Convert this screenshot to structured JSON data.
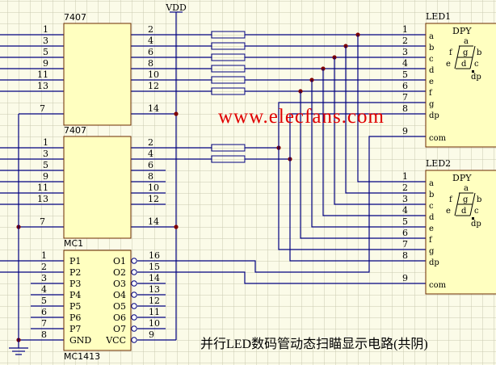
{
  "power": {
    "label": "VDD"
  },
  "u1": {
    "name": "7407",
    "left_pins": [
      "1",
      "3",
      "5",
      "9",
      "11",
      "13"
    ],
    "right_pins": [
      "2",
      "4",
      "6",
      "8",
      "10",
      "12"
    ],
    "gnd_pin": "7",
    "vcc_pin": "14"
  },
  "u2": {
    "name": "7407",
    "left_pins": [
      "1",
      "3",
      "5",
      "9",
      "11",
      "13"
    ],
    "right_pins": [
      "2",
      "4",
      "6",
      "8",
      "10",
      "12"
    ],
    "gnd_pin": "7",
    "vcc_pin": "14"
  },
  "mc1": {
    "ref": "MC1",
    "name": "MC1413",
    "left_pins": [
      {
        "num": "1",
        "name": "P1"
      },
      {
        "num": "2",
        "name": "P2"
      },
      {
        "num": "3",
        "name": "P3"
      },
      {
        "num": "4",
        "name": "P4"
      },
      {
        "num": "5",
        "name": "P5"
      },
      {
        "num": "6",
        "name": "P6"
      },
      {
        "num": "7",
        "name": "P7"
      },
      {
        "num": "8",
        "name": "GND"
      }
    ],
    "right_pins": [
      {
        "num": "16",
        "name": "O1"
      },
      {
        "num": "15",
        "name": "O2"
      },
      {
        "num": "14",
        "name": "O3"
      },
      {
        "num": "13",
        "name": "O4"
      },
      {
        "num": "12",
        "name": "O5"
      },
      {
        "num": "11",
        "name": "O6"
      },
      {
        "num": "10",
        "name": "O7"
      },
      {
        "num": "9",
        "name": "VCC"
      }
    ]
  },
  "leds": [
    {
      "ref": "LED1",
      "type": "DPY"
    },
    {
      "ref": "LED2",
      "type": "DPY"
    }
  ],
  "led_pins": [
    {
      "num": "1",
      "name": "a"
    },
    {
      "num": "2",
      "name": "b"
    },
    {
      "num": "3",
      "name": "c"
    },
    {
      "num": "4",
      "name": "d"
    },
    {
      "num": "5",
      "name": "e"
    },
    {
      "num": "6",
      "name": "f"
    },
    {
      "num": "7",
      "name": "g"
    },
    {
      "num": "8",
      "name": "dp"
    },
    {
      "num": "9",
      "name": "com"
    }
  ],
  "segments": {
    "a": "a",
    "b": "b",
    "c": "c",
    "d": "d",
    "e": "e",
    "f": "f",
    "g": "g",
    "dp": "dp"
  },
  "watermark": "www.elecfans.com",
  "title": "并行LED数码管动态扫瞄显示电路(共阴)",
  "colors": {
    "wire": "#000080",
    "chip_fill": "#ffffc0",
    "chip_border": "#6b2a00",
    "junction": "#800000",
    "grid": "#c9c9b0",
    "watermark": "#e00000"
  }
}
